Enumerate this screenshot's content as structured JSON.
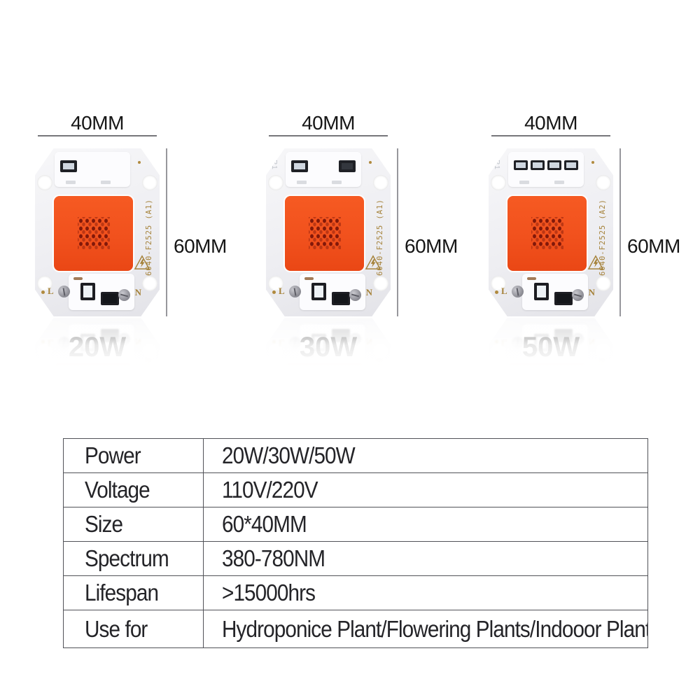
{
  "modules": [
    {
      "width_label": "40MM",
      "height_label": "60MM",
      "watt_label": "20W",
      "chip_code": "6040-F2525 (A1)",
      "silk_label": "",
      "terminal_left": "L",
      "terminal_right": "N",
      "top_components": [
        "light"
      ]
    },
    {
      "width_label": "40MM",
      "height_label": "60MM",
      "watt_label": "30W",
      "chip_code": "6040-F2525 (A1)",
      "silk_label": "R1",
      "terminal_left": "L",
      "terminal_right": "N",
      "top_components": [
        "light",
        "dark"
      ]
    },
    {
      "width_label": "40MM",
      "height_label": "60MM",
      "watt_label": "50W",
      "chip_code": "6040-F2525 (A2)",
      "silk_label": "R1",
      "terminal_left": "L",
      "terminal_right": "N",
      "top_components": [
        "light",
        "light",
        "light",
        "light"
      ]
    }
  ],
  "spec_table": {
    "rows": [
      {
        "label": "Power",
        "value": "20W/30W/50W"
      },
      {
        "label": "Voltage",
        "value": "110V/220V"
      },
      {
        "label": "Size",
        "value": "60*40MM"
      },
      {
        "label": "Spectrum",
        "value": "380-780NM"
      },
      {
        "label": "Lifespan",
        "value": ">15000hrs"
      },
      {
        "label": "Use for",
        "value": "Hydroponice Plant/Flowering Plants/Indooor Plants"
      }
    ]
  },
  "colors": {
    "led_surface": "#f1511d",
    "chip_code_gold": "#a5823a",
    "table_border": "#515257",
    "dimension_line": "#97979c"
  }
}
